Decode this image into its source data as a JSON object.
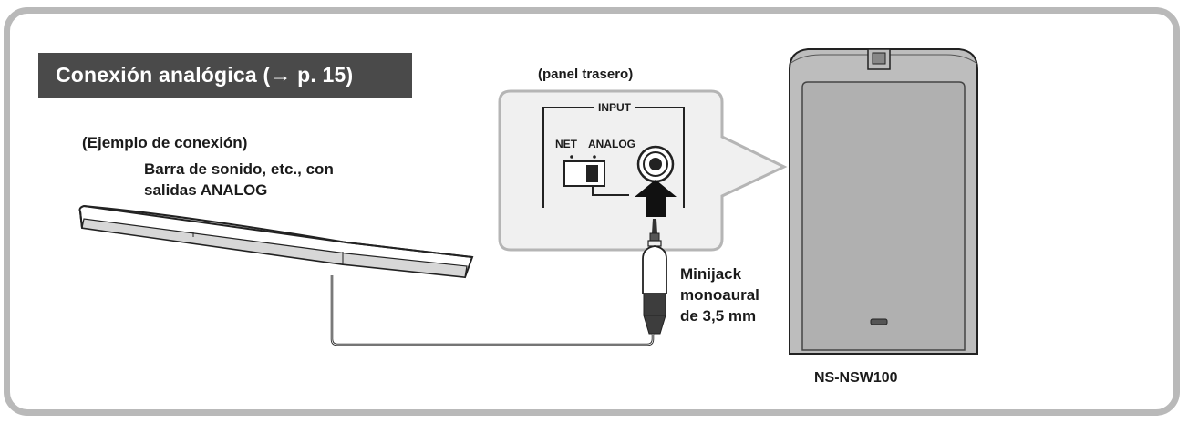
{
  "title": "Conexión analógica (→ p. 15)",
  "labels": {
    "panel": "(panel trasero)",
    "example": "(Ejemplo de conexión)",
    "device_line1": "Barra de sonido, etc., con",
    "device_line2": "salidas ANALOG",
    "jack_line1": "Minijack",
    "jack_line2": "monoaural",
    "jack_line3": "de 3,5 mm",
    "model": "NS-NSW100"
  },
  "panel_labels": {
    "input": "INPUT",
    "net": "NET",
    "analog": "ANALOG"
  },
  "colors": {
    "frame": "#b9b9b9",
    "title_bg": "#4a4a4a",
    "panel_bg": "#f0f0f0",
    "subwoofer_face": "#b0b0b0",
    "subwoofer_body": "#bdbdbd"
  }
}
